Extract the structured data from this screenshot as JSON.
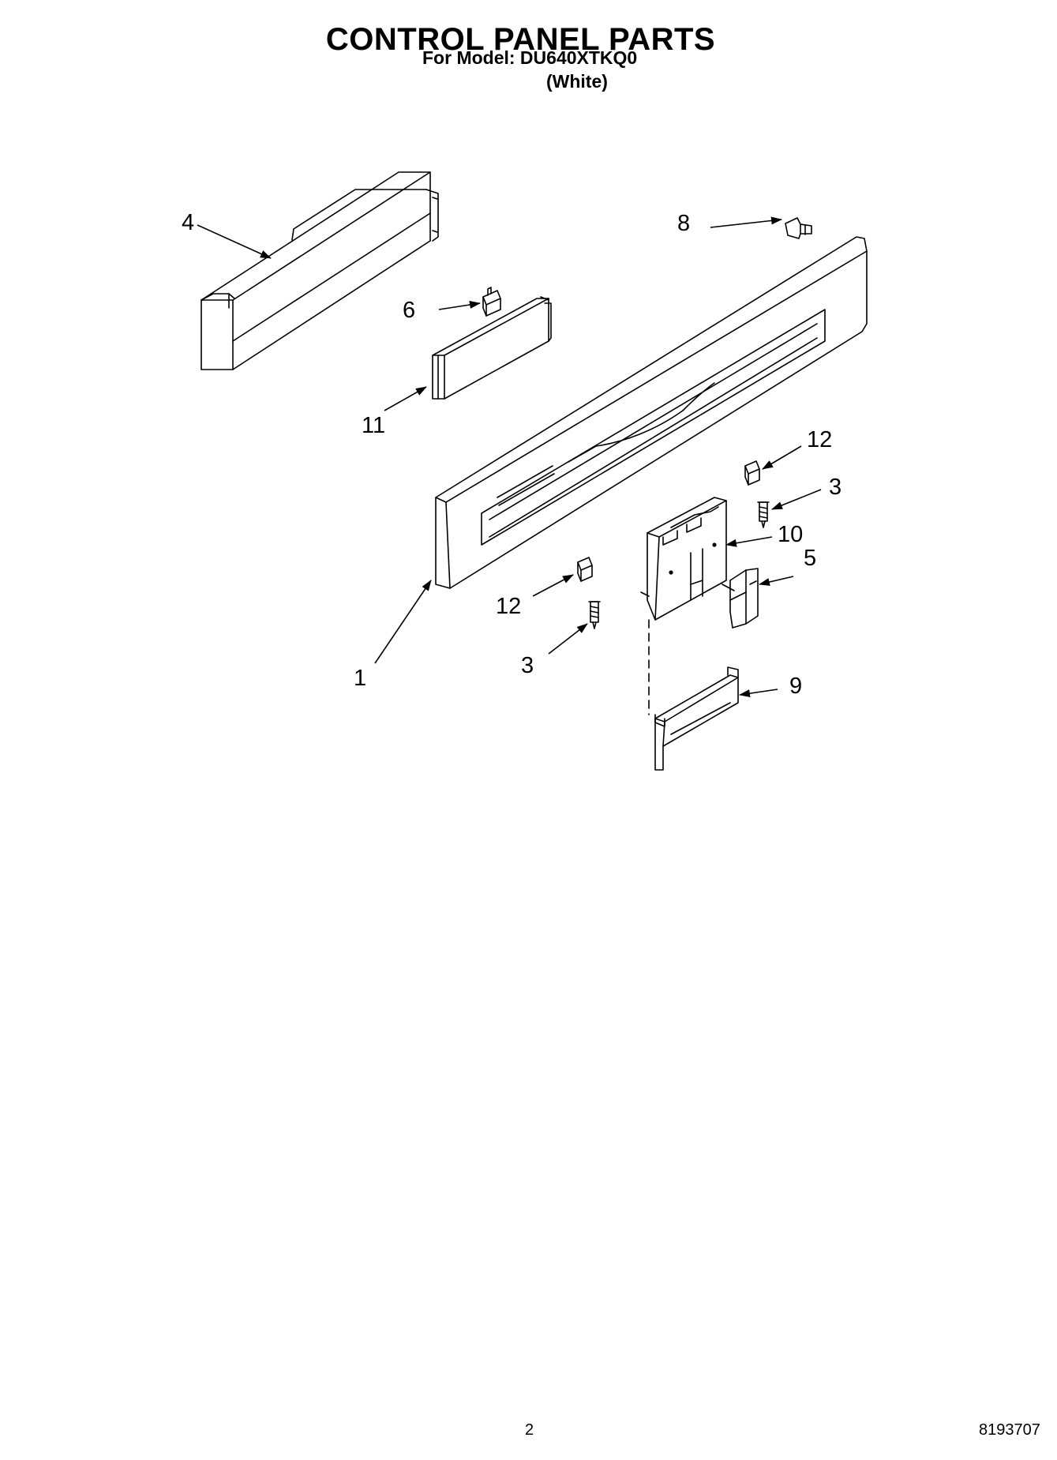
{
  "header": {
    "title": "CONTROL PANEL PARTS",
    "model_line": "For Model: DU640XTKQ0",
    "color_line": "(White)"
  },
  "callouts": {
    "c1": "1",
    "c3a": "3",
    "c3b": "3",
    "c4": "4",
    "c5": "5",
    "c6": "6",
    "c8": "8",
    "c9": "9",
    "c10": "10",
    "c11": "11",
    "c12a": "12",
    "c12b": "12"
  },
  "footer": {
    "page_number": "2",
    "document_number": "8193707"
  }
}
